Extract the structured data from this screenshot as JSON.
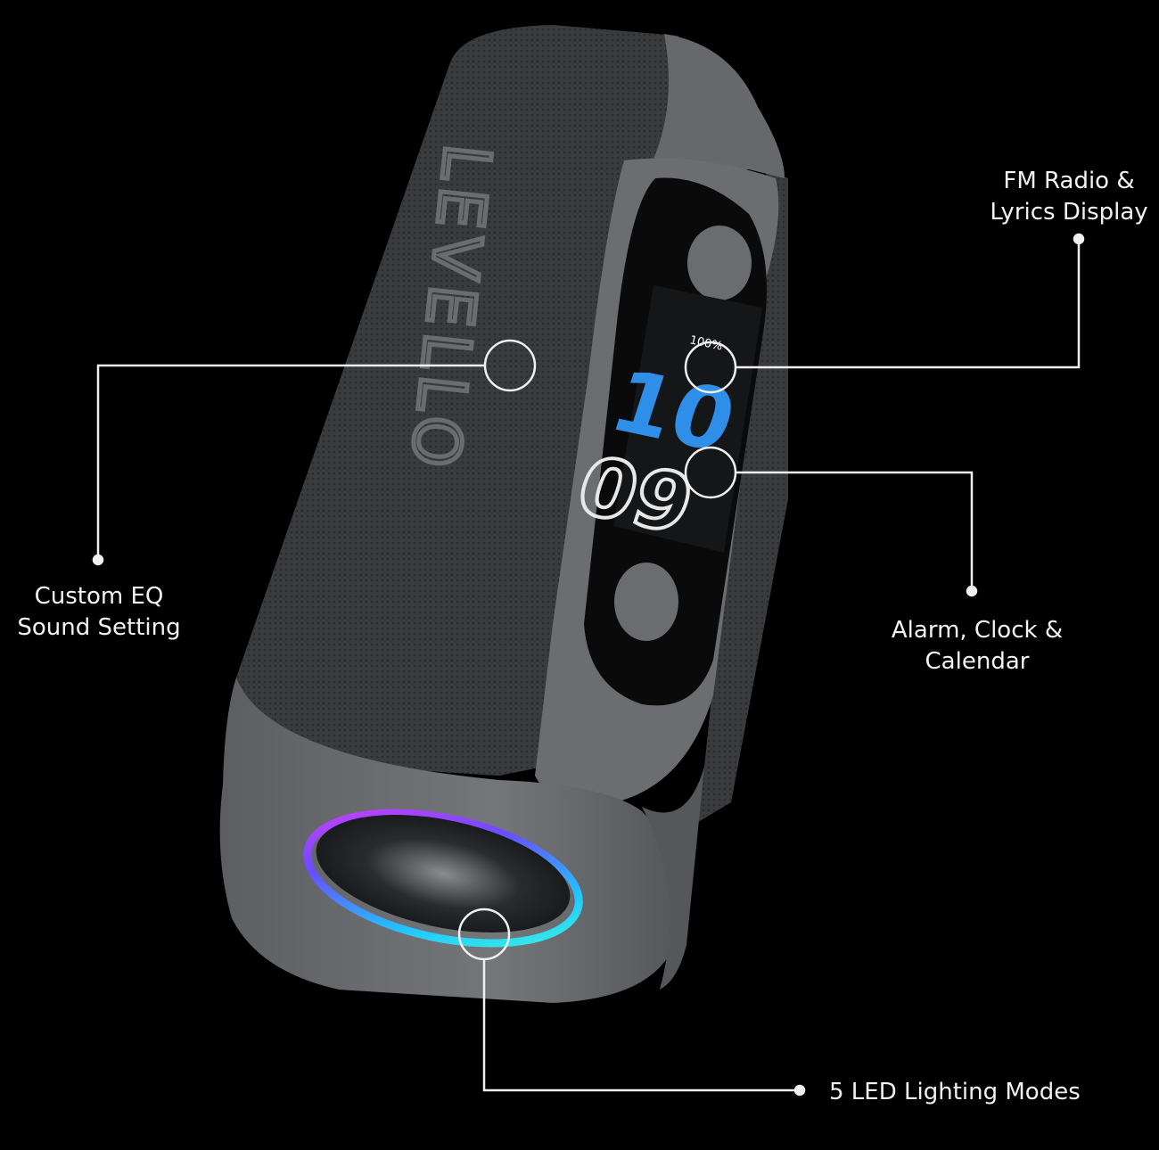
{
  "image": {
    "subject": "portable bluetooth speaker with display",
    "background_color": "#000000",
    "body_color": "#6a6c70",
    "fabric_color": "#3a3b3d",
    "screen_accent_color": "#2f8ee8"
  },
  "product": {
    "brand_text": "LEVELLO",
    "screen_battery": "100%",
    "screen_hour": "10",
    "screen_minute": "09"
  },
  "callouts": {
    "eq": {
      "line1": "Custom EQ",
      "line2": "Sound Setting"
    },
    "fm": {
      "line1": "FM Radio &",
      "line2": "Lyrics Display"
    },
    "alarm": {
      "line1": "Alarm, Clock &",
      "line2": "Calendar"
    },
    "led": {
      "line1": "5 LED Lighting Modes"
    }
  }
}
